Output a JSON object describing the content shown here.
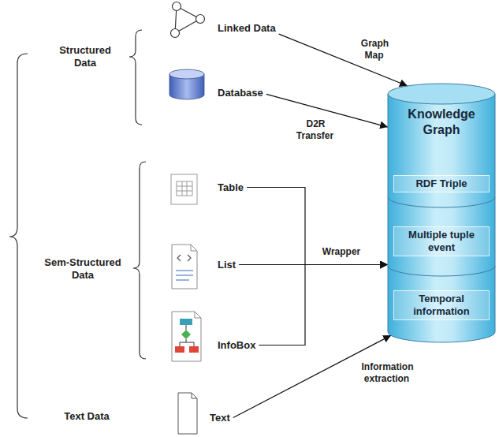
{
  "diagram": {
    "nodes": [
      {
        "text": [
          "Linked Data"
        ]
      },
      {
        "text": [
          "Database"
        ]
      },
      {
        "text": [
          "Table"
        ]
      },
      {
        "text": [
          "List"
        ]
      },
      {
        "text": [
          "InfoBox"
        ]
      },
      {
        "text": [
          "Text"
        ]
      },
      {
        "text": [
          "Knowledge Graph"
        ]
      },
      {
        "text": [
          "RDF Triple"
        ],
        "in": 6
      },
      {
        "text": [
          "Multiple tuple event"
        ],
        "in": 6
      },
      {
        "text": [
          "Temporal information"
        ],
        "in": 6
      }
    ],
    "edges": [
      {
        "from": 0,
        "to": 6,
        "arrow": "to",
        "label": "Graph Map"
      },
      {
        "from": 1,
        "to": 6,
        "arrow": "to",
        "label": "D2R Transfer"
      },
      {
        "from": 2,
        "to": 6,
        "arrow": "to"
      },
      {
        "from": 3,
        "to": 6,
        "arrow": "to",
        "label": "Wrapper"
      },
      {
        "from": 4,
        "to": 6,
        "arrow": "to"
      },
      {
        "from": 5,
        "to": 6,
        "arrow": "to",
        "label": "Information extraction"
      }
    ],
    "labels": [
      "Structured Data",
      "Sem-Structured Data",
      "Text Data"
    ]
  }
}
